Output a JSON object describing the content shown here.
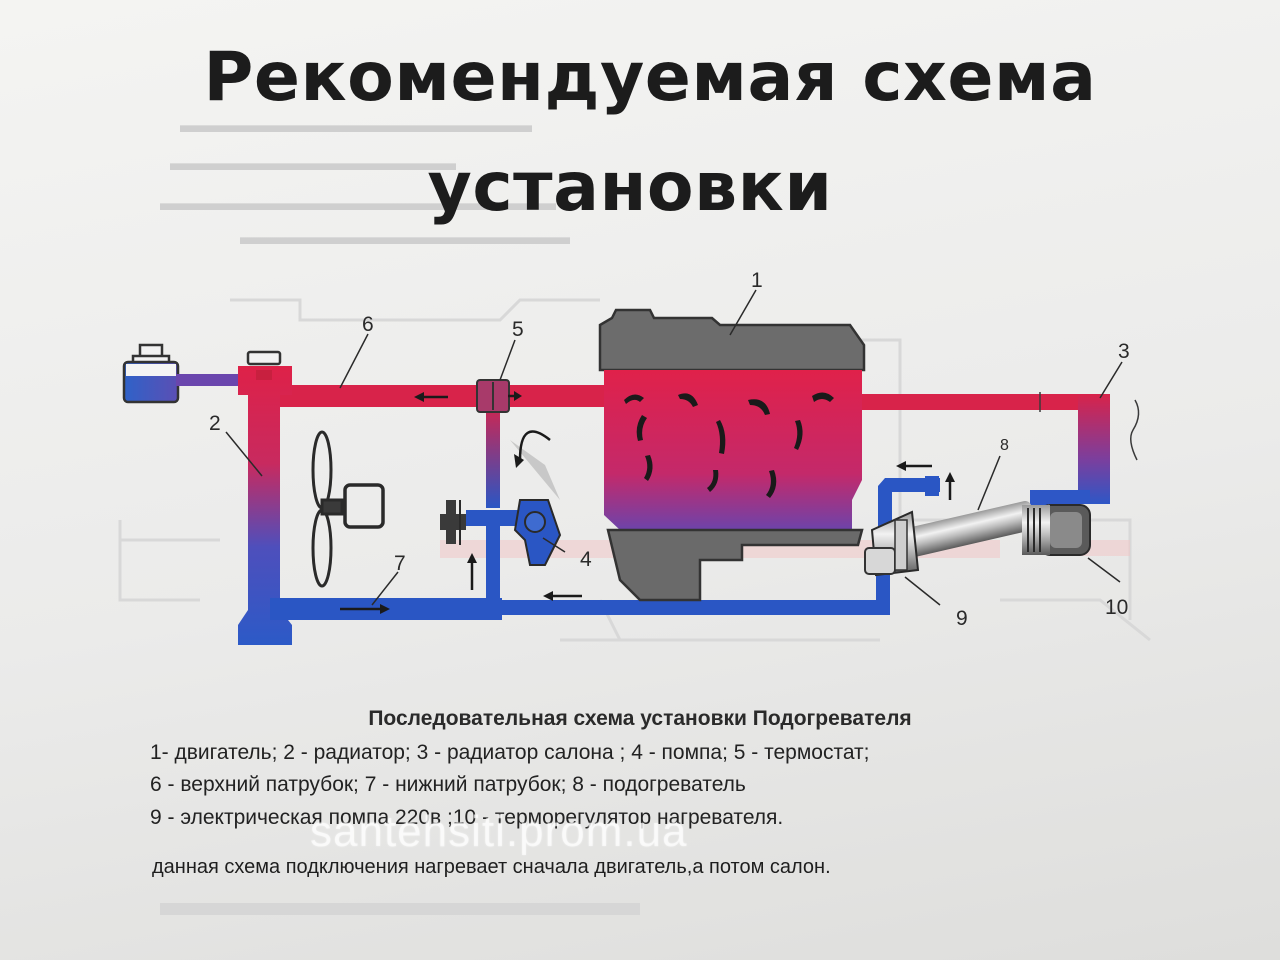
{
  "title": {
    "line1": "Рекомендуемая схема",
    "line2": "установки"
  },
  "diagram": {
    "labels": {
      "n1": "1",
      "n2": "2",
      "n3": "3",
      "n4": "4",
      "n5": "5",
      "n6": "6",
      "n7": "7",
      "n8": "8",
      "n9": "9",
      "n10": "10"
    },
    "colors": {
      "hot": "#d8234a",
      "cold": "#2758c4",
      "engine_top": "#6c6c6c",
      "outline": "#3a3a3a"
    }
  },
  "caption": "Последовательная схема установки Подогревателя",
  "legend": {
    "line1": "1- двигатель; 2 - радиатор; 3 - радиатор  салона     ; 4 - помпа; 5 - термостат;",
    "line2": "6 - верхний патрубок; 7 - нижний патрубок; 8 - подогреватель",
    "line3": "9 - электрическая помпа 220в  ;10 - терморегулятор нагревателя."
  },
  "note": "данная схема подключения нагревает сначала двигатель,а потом салон.",
  "watermark": "santehsiti.prom.ua"
}
